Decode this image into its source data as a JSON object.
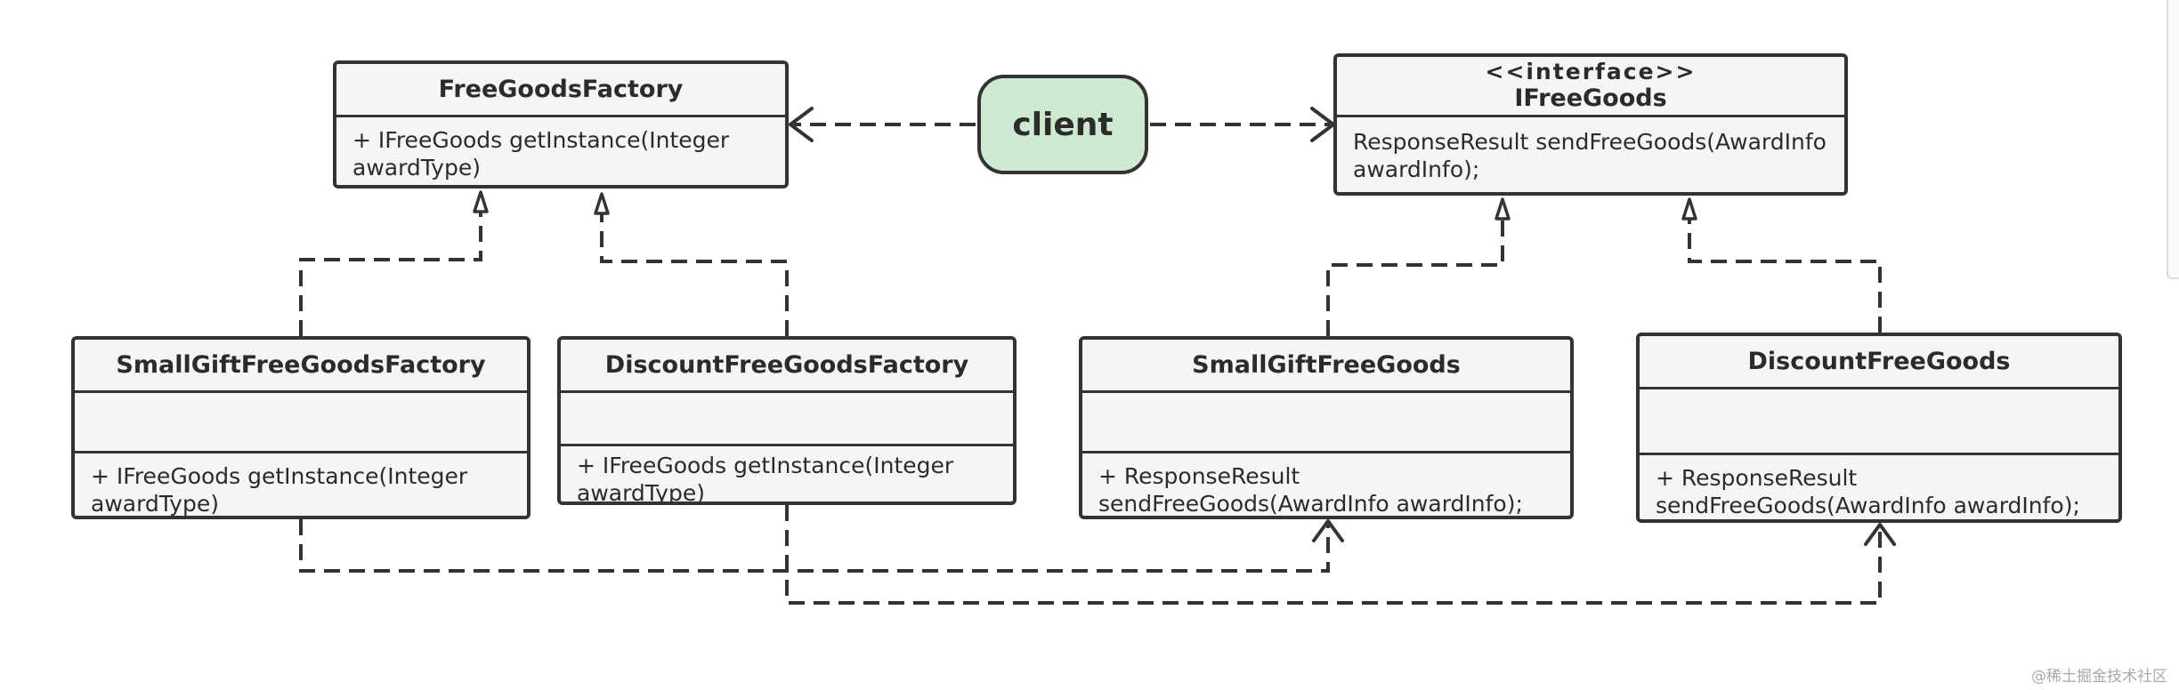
{
  "diagram": {
    "client": {
      "label": "client",
      "fill": "#cde9cf"
    },
    "classes": {
      "factory": {
        "name": "FreeGoodsFactory",
        "method": "+ IFreeGoods getInstance(Integer awardType)"
      },
      "ifreegoods": {
        "stereotype": "<<interface>>",
        "name": "IFreeGoods",
        "method": "ResponseResult sendFreeGoods(AwardInfo awardInfo);"
      },
      "small_factory": {
        "name": "SmallGiftFreeGoodsFactory",
        "method": "+ IFreeGoods getInstance(Integer awardType)"
      },
      "discount_factory": {
        "name": "DiscountFreeGoodsFactory",
        "method": "+ IFreeGoods getInstance(Integer awardType)"
      },
      "small_goods": {
        "name": "SmallGiftFreeGoods",
        "method": "+ ResponseResult sendFreeGoods(AwardInfo awardInfo);"
      },
      "discount_goods": {
        "name": "DiscountFreeGoods",
        "method": "+ ResponseResult sendFreeGoods(AwardInfo awardInfo);"
      }
    },
    "colors": {
      "line": "#333333",
      "box_fill": "#f5f5f5"
    }
  },
  "watermark": "@稀土掘金技术社区"
}
